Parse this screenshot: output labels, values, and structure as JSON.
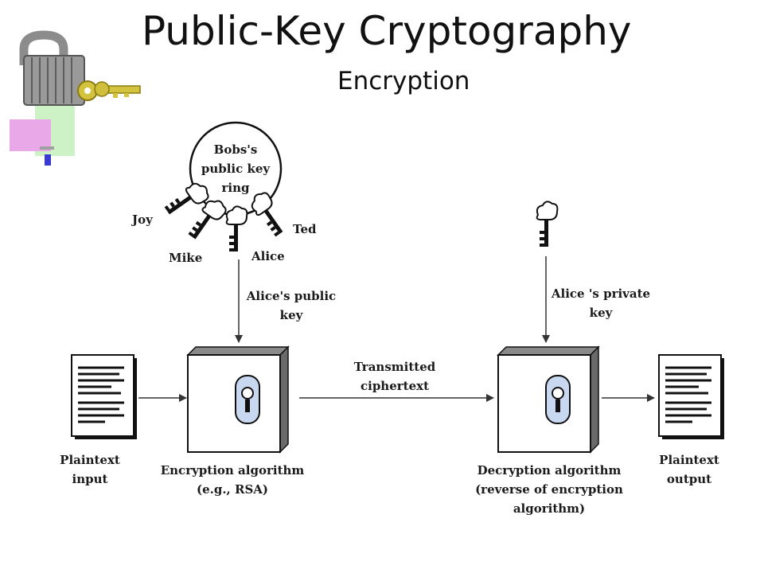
{
  "slide": {
    "title": "Public-Key Cryptography",
    "subtitle": "Encryption"
  },
  "diagram": {
    "key_ring": {
      "label_lines": [
        "Bobs's",
        "public key",
        "ring"
      ],
      "key_names": [
        "Joy",
        "Mike",
        "Alice",
        "Ted"
      ]
    },
    "public_key_label_lines": [
      "Alice's public",
      "key"
    ],
    "private_key_label_lines": [
      "Alice 's private",
      "key"
    ],
    "transmitted_label_lines": [
      "Transmitted",
      "ciphertext"
    ],
    "plaintext_input_lines": [
      "Plaintext",
      "input"
    ],
    "encryption_label_lines": [
      "Encryption algorithm",
      "(e.g., RSA)"
    ],
    "decryption_label_lines": [
      "Decryption algorithm",
      "(reverse of encryption",
      "algorithm)"
    ],
    "plaintext_output_lines": [
      "Plaintext",
      "output"
    ]
  },
  "colors": {
    "lock_body": "#8a8a8a",
    "key_gold": "#d6c44a",
    "deco_magenta": "#e8a8e8",
    "deco_green": "#c8f0c0",
    "deco_blue": "#4040c0",
    "keyhole_blue": "#c8d8f0"
  }
}
